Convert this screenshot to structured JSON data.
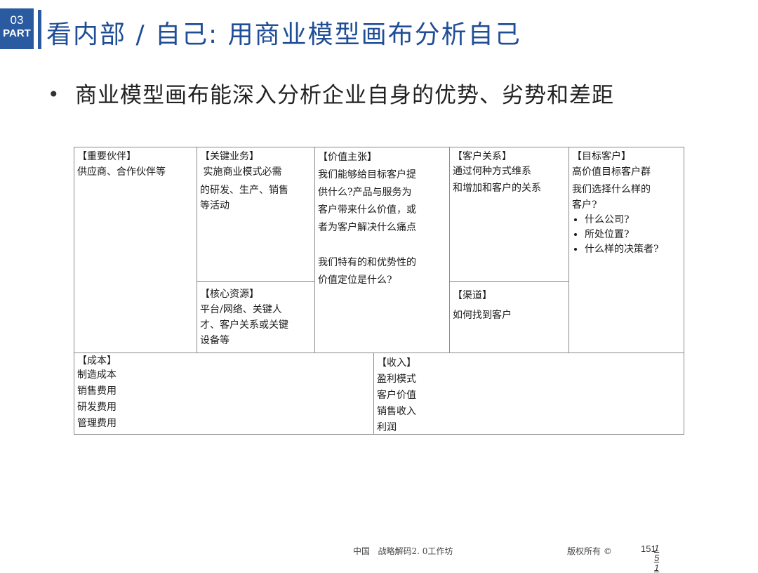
{
  "header": {
    "part_number": "03",
    "part_label": "PART",
    "title": "看内部 / 自己:  用商业模型画布分析自己"
  },
  "bullet": "商业模型画布能深入分析企业自身的优势、劣势和差距",
  "canvas": {
    "partners": {
      "heading": "【重要伙伴】",
      "lines": [
        "供应商、合作伙伴等"
      ]
    },
    "activities": {
      "heading": "【关键业务】",
      "lines": [
        " 实施商业模式必需",
        "的研发、生产、销售",
        "等活动"
      ]
    },
    "resources": {
      "heading": "【核心资源】",
      "lines": [
        "平台/网络、关键人",
        "才、客户关系或关键",
        "设备等"
      ]
    },
    "value": {
      "heading": "【价值主张】",
      "lines": [
        "我们能够给目标客户提",
        "供什么?产品与服务为",
        "客户带来什么价值，或",
        "者为客户解决什么痛点",
        "",
        "我们特有的和优势性的",
        "价值定位是什么?"
      ]
    },
    "relationships": {
      "heading": "【客户关系】",
      "lines": [
        "通过何种方式维系",
        "和增加和客户的关系"
      ]
    },
    "channels": {
      "heading": "【渠道】",
      "lines": [
        "如何找到客户"
      ]
    },
    "segments": {
      "heading": "【目标客户】",
      "lines": [
        "高价值目标客户群",
        "我们选择什么样的",
        "客户?"
      ],
      "bullets": [
        "什么公司?",
        "所处位置?",
        "什么样的决策者?"
      ]
    },
    "cost": {
      "heading": "【成本】",
      "lines": [
        "制造成本",
        "销售费用",
        "研发费用",
        "管理费用"
      ]
    },
    "revenue": {
      "heading": "【收入】",
      "lines": [
        "盈利模式",
        "客户价值",
        "销售收入",
        "利润"
      ]
    }
  },
  "footer": {
    "left": "中国   战略解码2. 0工作坊",
    "right": "版权所有 ©",
    "page": "151",
    "page_sub": "151"
  }
}
